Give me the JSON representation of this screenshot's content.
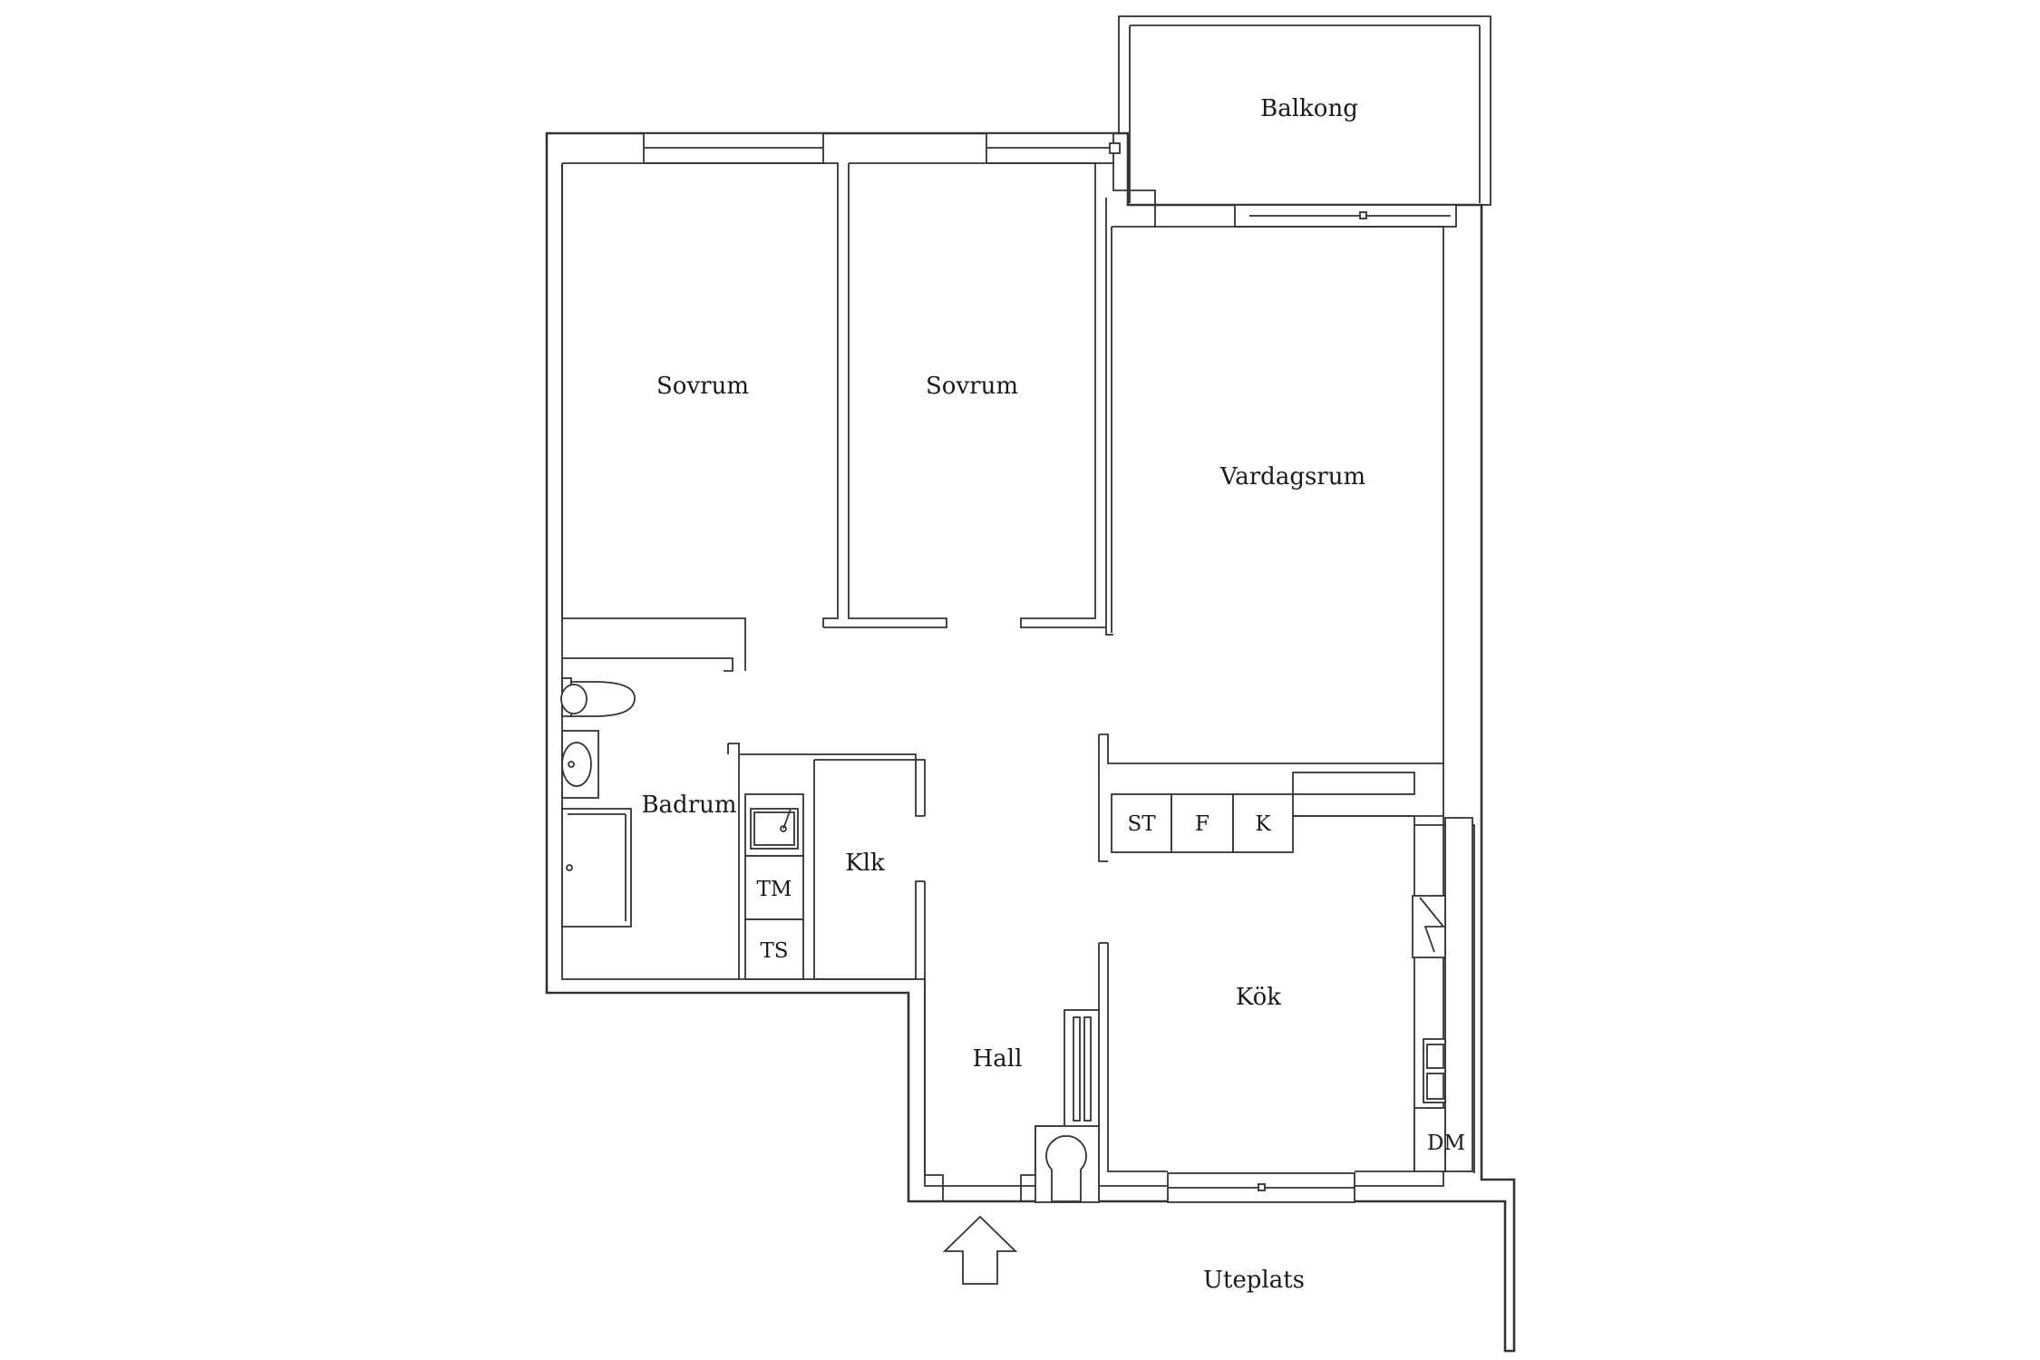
{
  "rooms": {
    "balkong": "Balkong",
    "sovrum_1": "Sovrum",
    "sovrum_2": "Sovrum",
    "vardagsrum": "Vardagsrum",
    "badrum": "Badrum",
    "klk": "Klk",
    "hall": "Hall",
    "kok": "Kök",
    "uteplats": "Uteplats"
  },
  "fixtures": {
    "st": "ST",
    "f": "F",
    "k": "K",
    "tm": "TM",
    "ts": "TS",
    "dm": "DM"
  },
  "icons": {
    "entrance": "entrance-arrow-icon",
    "toilet": "toilet-icon",
    "washbasin": "washbasin-icon",
    "shower": "shower-icon",
    "utility_sink": "utility-sink-icon",
    "radiator": "radiator-icon",
    "chimney": "chimney-icon",
    "kitchen_sink": "kitchen-sink-icon"
  },
  "colors": {
    "line": "#333333",
    "background": "#ffffff"
  }
}
